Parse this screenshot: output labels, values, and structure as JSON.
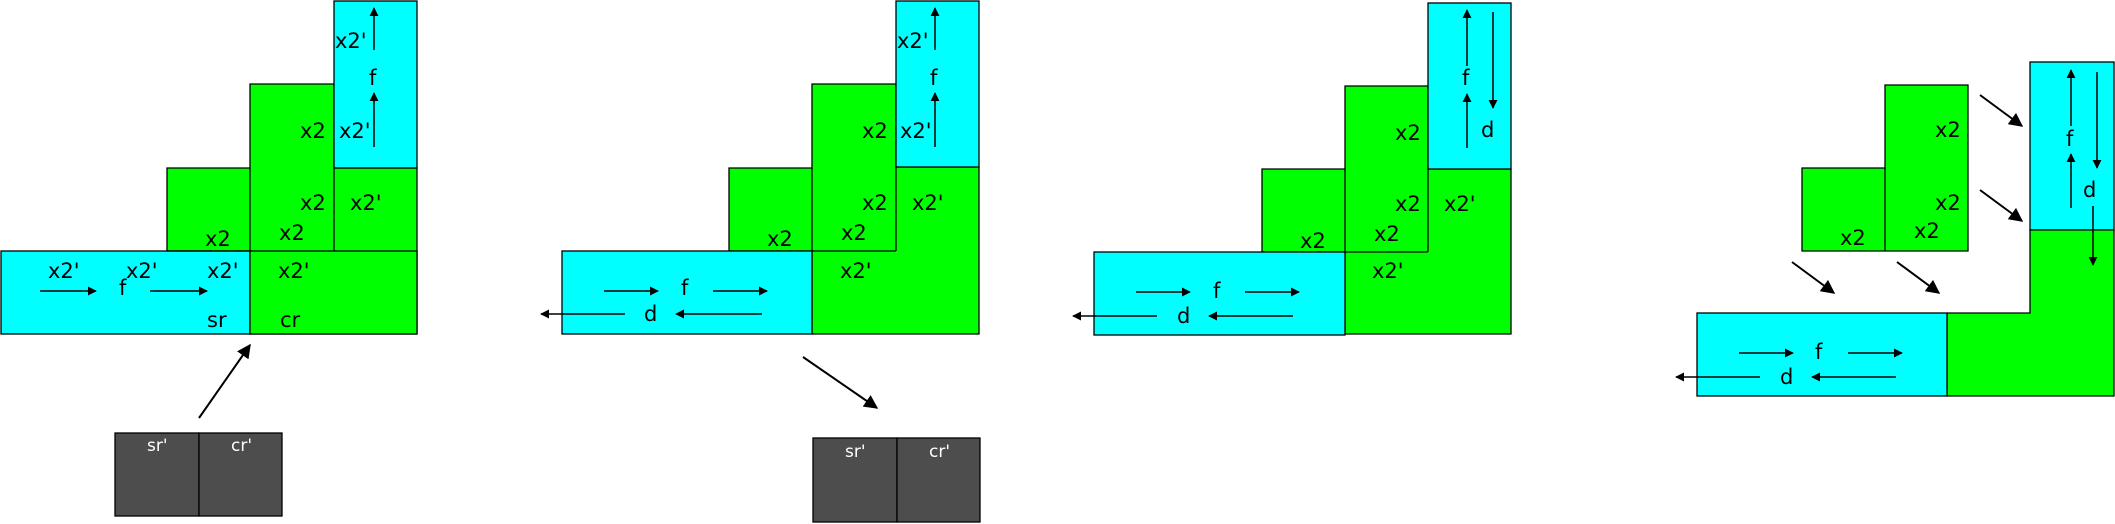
{
  "colors": {
    "cyan": "#00ffff",
    "green": "#00ff00",
    "gray": "#4d4d4d",
    "stroke": "#000000"
  },
  "labels": {
    "x2": "x2",
    "x2p": "x2'",
    "f": "f",
    "d": "d",
    "sr": "sr",
    "cr": "cr",
    "srp": "sr'",
    "crp": "cr'"
  },
  "stages": [
    "stage-1",
    "stage-2",
    "stage-3",
    "stage-4"
  ]
}
